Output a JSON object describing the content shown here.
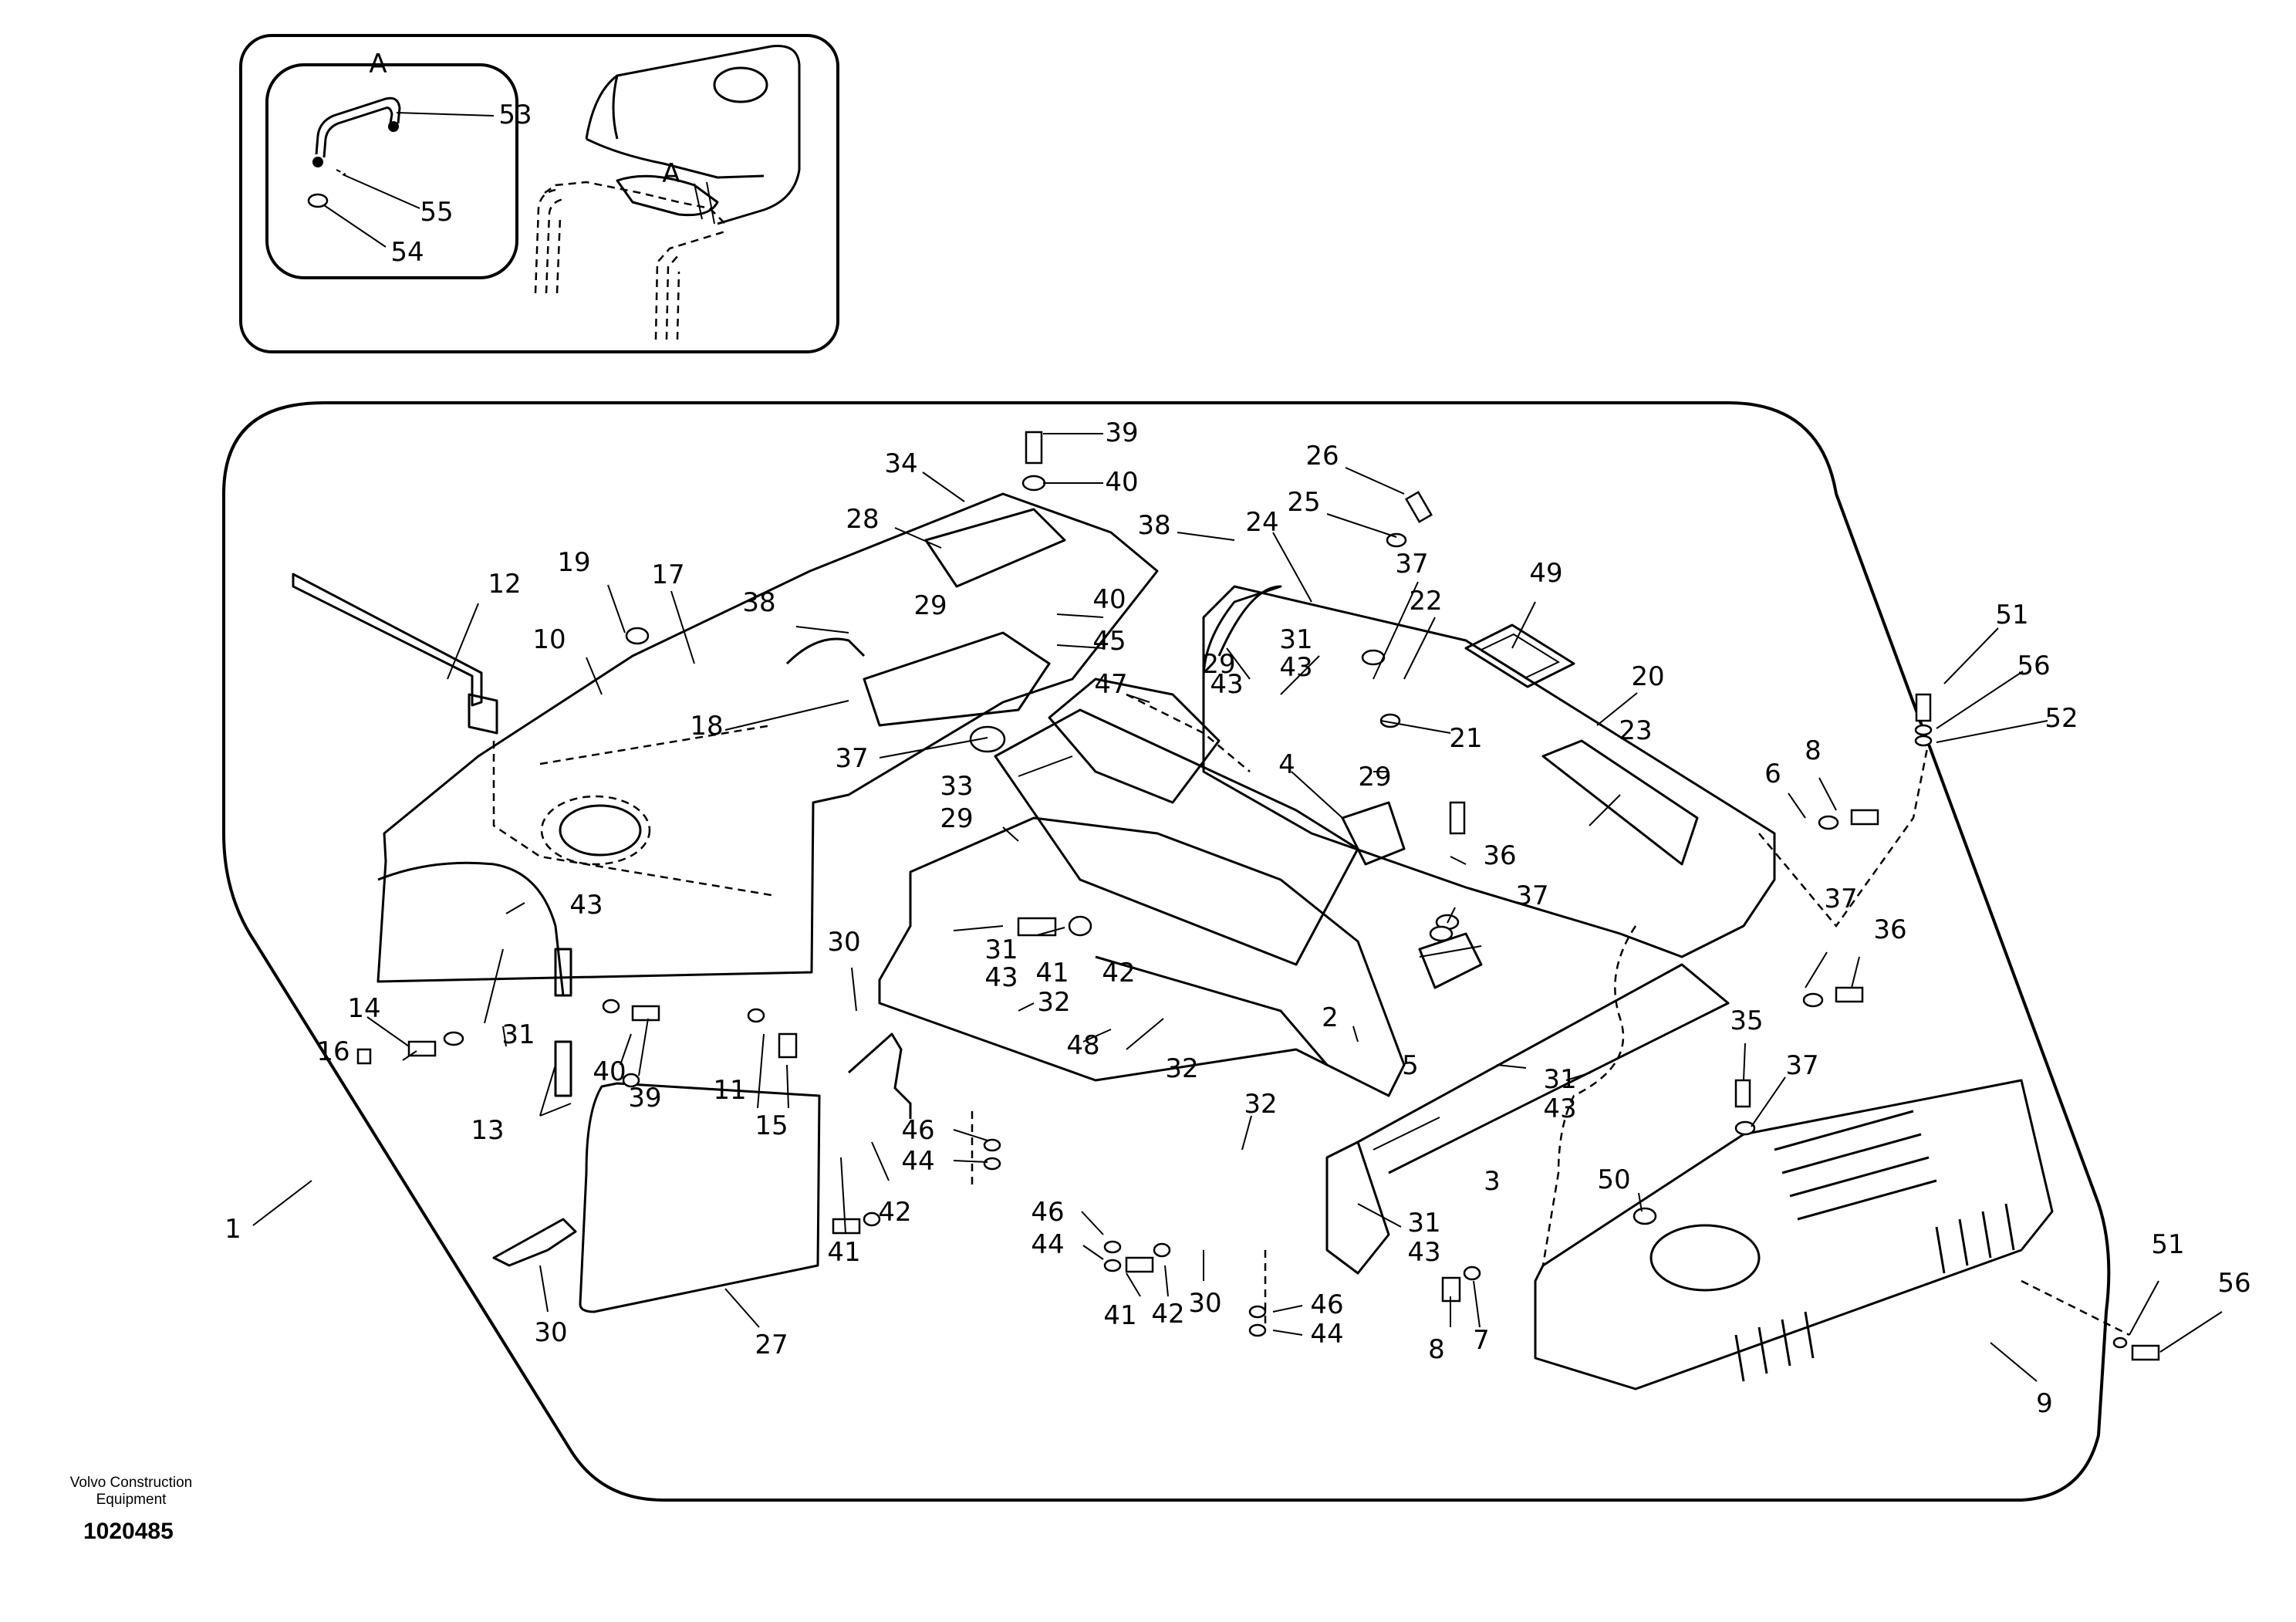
{
  "detail_view": {
    "label": "A",
    "marker": "A"
  },
  "callouts": [
    {
      "text": "53"
    },
    {
      "text": "55"
    },
    {
      "text": "54"
    },
    {
      "text": "39"
    },
    {
      "text": "40"
    },
    {
      "text": "34"
    },
    {
      "text": "28"
    },
    {
      "text": "26"
    },
    {
      "text": "25"
    },
    {
      "text": "38"
    },
    {
      "text": "24"
    },
    {
      "text": "37"
    },
    {
      "text": "22"
    },
    {
      "text": "49"
    },
    {
      "text": "12"
    },
    {
      "text": "19"
    },
    {
      "text": "17"
    },
    {
      "text": "10"
    },
    {
      "text": "38"
    },
    {
      "text": "29"
    },
    {
      "text": "40"
    },
    {
      "text": "45"
    },
    {
      "text": "29"
    },
    {
      "text": "31"
    },
    {
      "text": "43"
    },
    {
      "text": "20"
    },
    {
      "text": "51"
    },
    {
      "text": "56"
    },
    {
      "text": "52"
    },
    {
      "text": "47"
    },
    {
      "text": "43"
    },
    {
      "text": "18"
    },
    {
      "text": "21"
    },
    {
      "text": "23"
    },
    {
      "text": "37"
    },
    {
      "text": "33"
    },
    {
      "text": "4"
    },
    {
      "text": "29"
    },
    {
      "text": "6"
    },
    {
      "text": "8"
    },
    {
      "text": "29"
    },
    {
      "text": "36"
    },
    {
      "text": "37"
    },
    {
      "text": "37"
    },
    {
      "text": "36"
    },
    {
      "text": "43"
    },
    {
      "text": "30"
    },
    {
      "text": "31"
    },
    {
      "text": "43"
    },
    {
      "text": "41"
    },
    {
      "text": "42"
    },
    {
      "text": "14"
    },
    {
      "text": "31"
    },
    {
      "text": "32"
    },
    {
      "text": "2"
    },
    {
      "text": "16"
    },
    {
      "text": "40"
    },
    {
      "text": "39"
    },
    {
      "text": "48"
    },
    {
      "text": "35"
    },
    {
      "text": "5"
    },
    {
      "text": "31"
    },
    {
      "text": "43"
    },
    {
      "text": "11"
    },
    {
      "text": "32"
    },
    {
      "text": "37"
    },
    {
      "text": "13"
    },
    {
      "text": "15"
    },
    {
      "text": "46"
    },
    {
      "text": "44"
    },
    {
      "text": "32"
    },
    {
      "text": "1"
    },
    {
      "text": "3"
    },
    {
      "text": "50"
    },
    {
      "text": "41"
    },
    {
      "text": "42"
    },
    {
      "text": "46"
    },
    {
      "text": "44"
    },
    {
      "text": "31"
    },
    {
      "text": "43"
    },
    {
      "text": "41"
    },
    {
      "text": "42"
    },
    {
      "text": "30"
    },
    {
      "text": "46"
    },
    {
      "text": "44"
    },
    {
      "text": "51"
    },
    {
      "text": "56"
    },
    {
      "text": "30"
    },
    {
      "text": "27"
    },
    {
      "text": "8"
    },
    {
      "text": "7"
    },
    {
      "text": "9"
    }
  ],
  "footer": {
    "brand_line1": "Volvo Construction",
    "brand_line2": "Equipment",
    "drawing_number": "1020485"
  }
}
